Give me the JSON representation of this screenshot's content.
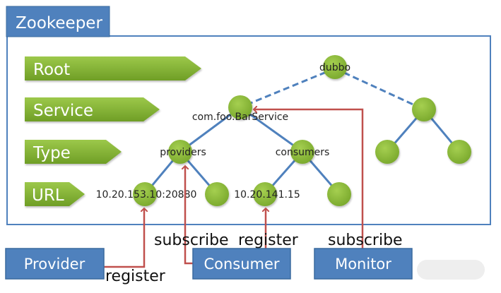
{
  "container": {
    "title": "Zookeeper",
    "colors": {
      "tab": "#4f81bd",
      "border": "#4f81bd"
    }
  },
  "levels": [
    {
      "label": "Root"
    },
    {
      "label": "Service"
    },
    {
      "label": "Type"
    },
    {
      "label": "URL"
    }
  ],
  "nodes": {
    "root": {
      "label": "dubbo"
    },
    "service": {
      "label": "com.foo.BarService"
    },
    "providers": {
      "label": "providers"
    },
    "consumers": {
      "label": "consumers"
    },
    "provider_url": {
      "label": "10.20.153.10:20880"
    },
    "consumer_url": {
      "label": "10.20.141.15"
    }
  },
  "actors": {
    "provider": {
      "label": "Provider"
    },
    "consumer": {
      "label": "Consumer"
    },
    "monitor": {
      "label": "Monitor"
    }
  },
  "edge_labels": {
    "provider_register": "register",
    "consumer_subscribe": "subscribe",
    "consumer_register": "register",
    "monitor_subscribe": "subscribe"
  },
  "colors": {
    "node_green": "#8cb63c",
    "level_green": "#7aaa2e",
    "tree_edge": "#4f81bd",
    "arrow_red": "#c0504d",
    "actor_blue": "#4f81bd"
  }
}
